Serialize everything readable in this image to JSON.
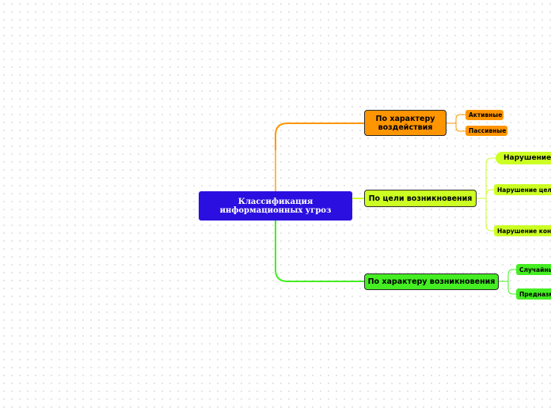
{
  "mindmap": {
    "root": {
      "label": "Классификация информационных угроз",
      "color": "#2b0fe0"
    },
    "branches": [
      {
        "label": "По характеру воздействия",
        "color": "#ff9500",
        "children": [
          "Активные",
          "Пассивные"
        ]
      },
      {
        "label": "По цели возникновения",
        "color": "#ccff22",
        "children": [
          "Нарушение р",
          "Нарушение цело",
          "Нарушение конф"
        ]
      },
      {
        "label": "По характеру возникновения",
        "color": "#44ee22",
        "children": [
          "Случайны",
          "Предназме"
        ]
      }
    ]
  }
}
